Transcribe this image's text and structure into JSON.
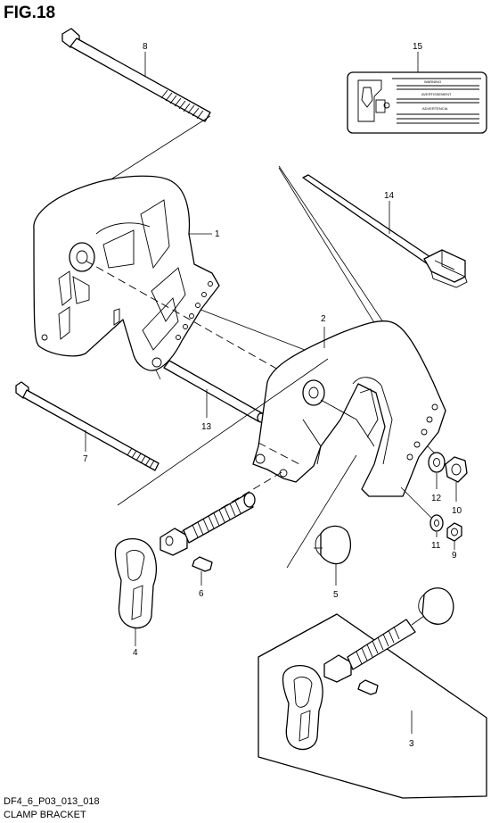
{
  "figure": {
    "title": "FIG.18",
    "code": "DF4_6_P03_013_018",
    "caption": "CLAMP BRACKET"
  },
  "callouts": {
    "c1": "1",
    "c2": "2",
    "c3": "3",
    "c4": "4",
    "c5": "5",
    "c6": "6",
    "c7": "7",
    "c8": "8",
    "c9": "9",
    "c10": "10",
    "c11": "11",
    "c12": "12",
    "c13": "13",
    "c14": "14",
    "c15": "15"
  },
  "label_plate": {
    "line1": "WARNING",
    "line2": "AVERTISSEMENT",
    "line3": "ADVERTENCIA"
  }
}
